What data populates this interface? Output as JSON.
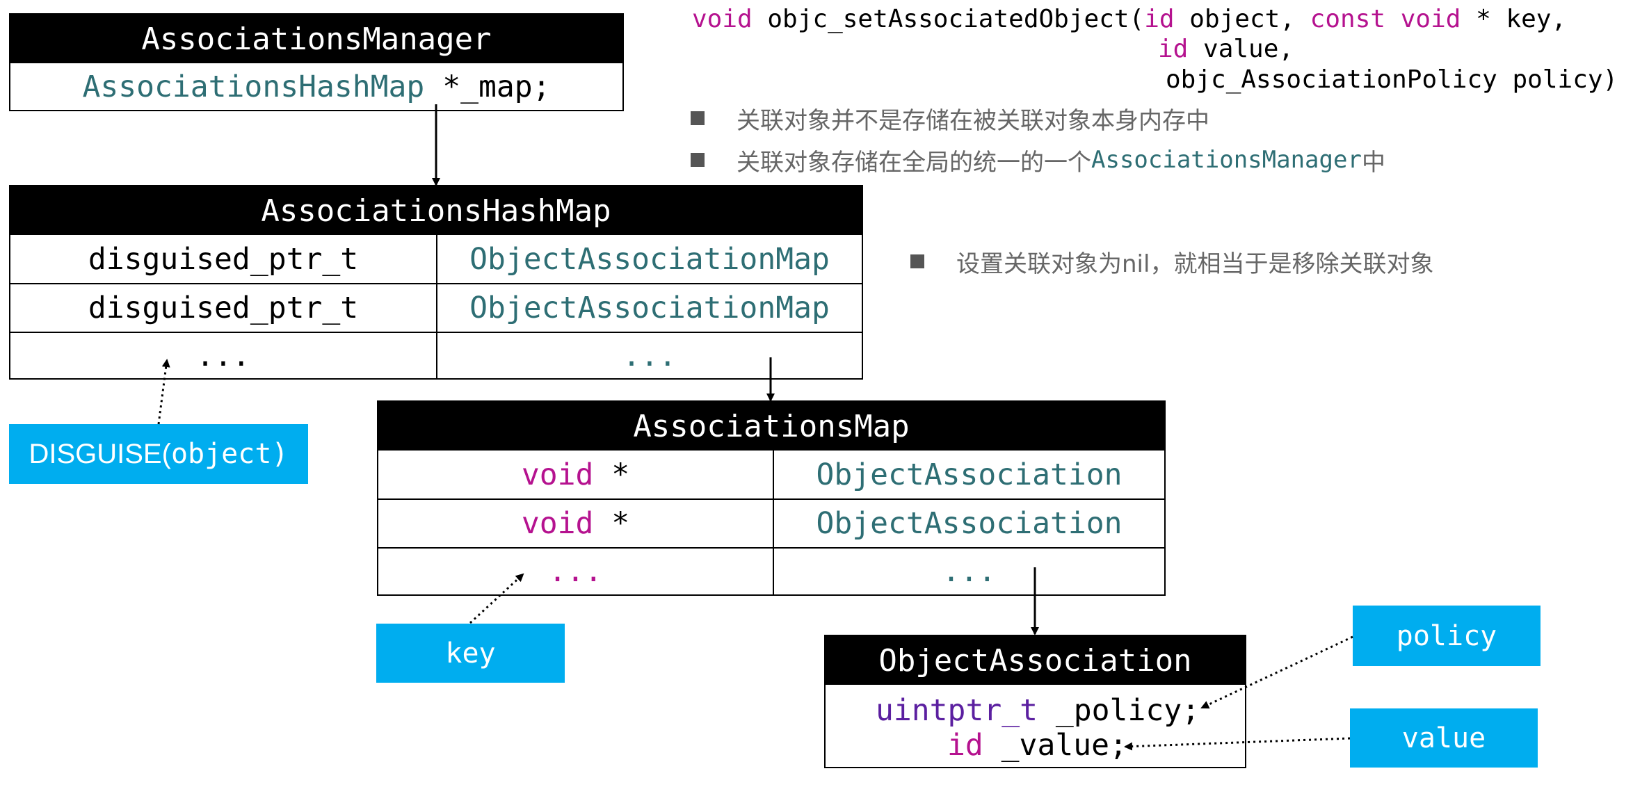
{
  "colors": {
    "tag_bg": "#00adef",
    "header_bg": "#000000",
    "teal": "#2e6e74",
    "magenta": "#b5128f",
    "purple": "#5b1fa0",
    "note": "#666666"
  },
  "code": {
    "l1_kw": "void",
    "l1_fn": " objc_setAssociatedObject(",
    "l1_id": "id",
    "l1_mid": " object, ",
    "l1_const": "const void",
    "l1_end": " * key,",
    "l2_id": "id",
    "l2_end": " value,",
    "l3": "objc_AssociationPolicy policy)"
  },
  "notes": {
    "n1": "关联对象并不是存储在被关联对象本身内存中",
    "n2_pre": "关联对象存储在全局的统一的一个",
    "n2_code": "AssociationsManager",
    "n2_post": "中",
    "n3": "设置关联对象为nil，就相当于是移除关联对象"
  },
  "manager": {
    "title": "AssociationsManager",
    "field_type": "AssociationsHashMap",
    "field_name": " *_map;"
  },
  "hashmap": {
    "title": "AssociationsHashMap",
    "rows": [
      {
        "key": "disguised_ptr_t",
        "value": "ObjectAssociationMap"
      },
      {
        "key": "disguised_ptr_t",
        "value": "ObjectAssociationMap"
      },
      {
        "key": "...",
        "value": "..."
      }
    ]
  },
  "assocmap": {
    "title": "AssociationsMap",
    "rows": [
      {
        "key_kw": "void",
        "key_rest": " *",
        "value": "ObjectAssociation"
      },
      {
        "key_kw": "void",
        "key_rest": " *",
        "value": "ObjectAssociation"
      },
      {
        "key_kw": "...",
        "key_rest": "",
        "value": "..."
      }
    ]
  },
  "objassoc": {
    "title": "ObjectAssociation",
    "f1_type": "uintptr_t",
    "f1_name": " _policy;",
    "f2_type": "id",
    "f2_name": " _value;"
  },
  "tags": {
    "disguise_pre": "DISGUISE(",
    "disguise_arg": "object",
    "disguise_post": ")",
    "key": "key",
    "policy": "policy",
    "value": "value"
  }
}
